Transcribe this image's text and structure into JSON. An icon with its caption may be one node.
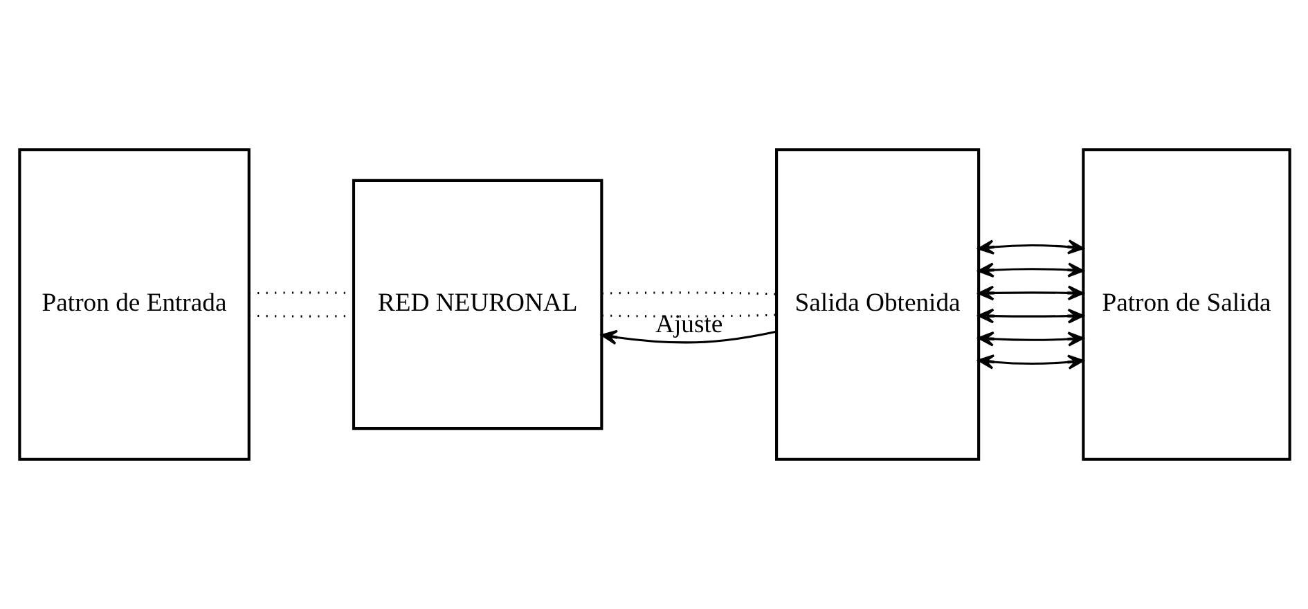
{
  "diagram": {
    "nodes": [
      {
        "text": [
          "Patron de Entrada"
        ]
      },
      {
        "text": [
          "RED NEURONAL"
        ]
      },
      {
        "text": [
          "Salida Obtenida"
        ]
      },
      {
        "text": [
          "Patron de Salida"
        ]
      }
    ],
    "edges": [
      {
        "from": 0,
        "to": 1,
        "arrow": "none",
        "style": "dashed"
      },
      {
        "from": 0,
        "to": 1,
        "arrow": "none",
        "style": "dashed"
      },
      {
        "from": 1,
        "to": 2,
        "arrow": "none",
        "style": "dashed"
      },
      {
        "from": 1,
        "to": 2,
        "arrow": "none",
        "style": "dashed"
      },
      {
        "from": 2,
        "to": 3,
        "arrow": "both"
      },
      {
        "from": 2,
        "to": 3,
        "arrow": "both"
      },
      {
        "from": 2,
        "to": 3,
        "arrow": "both"
      },
      {
        "from": 2,
        "to": 3,
        "arrow": "both"
      },
      {
        "from": 2,
        "to": 3,
        "arrow": "both"
      },
      {
        "from": 2,
        "to": 3,
        "arrow": "both"
      },
      {
        "from": 2,
        "to": 1,
        "arrow": "to",
        "label": "Ajuste"
      }
    ]
  }
}
